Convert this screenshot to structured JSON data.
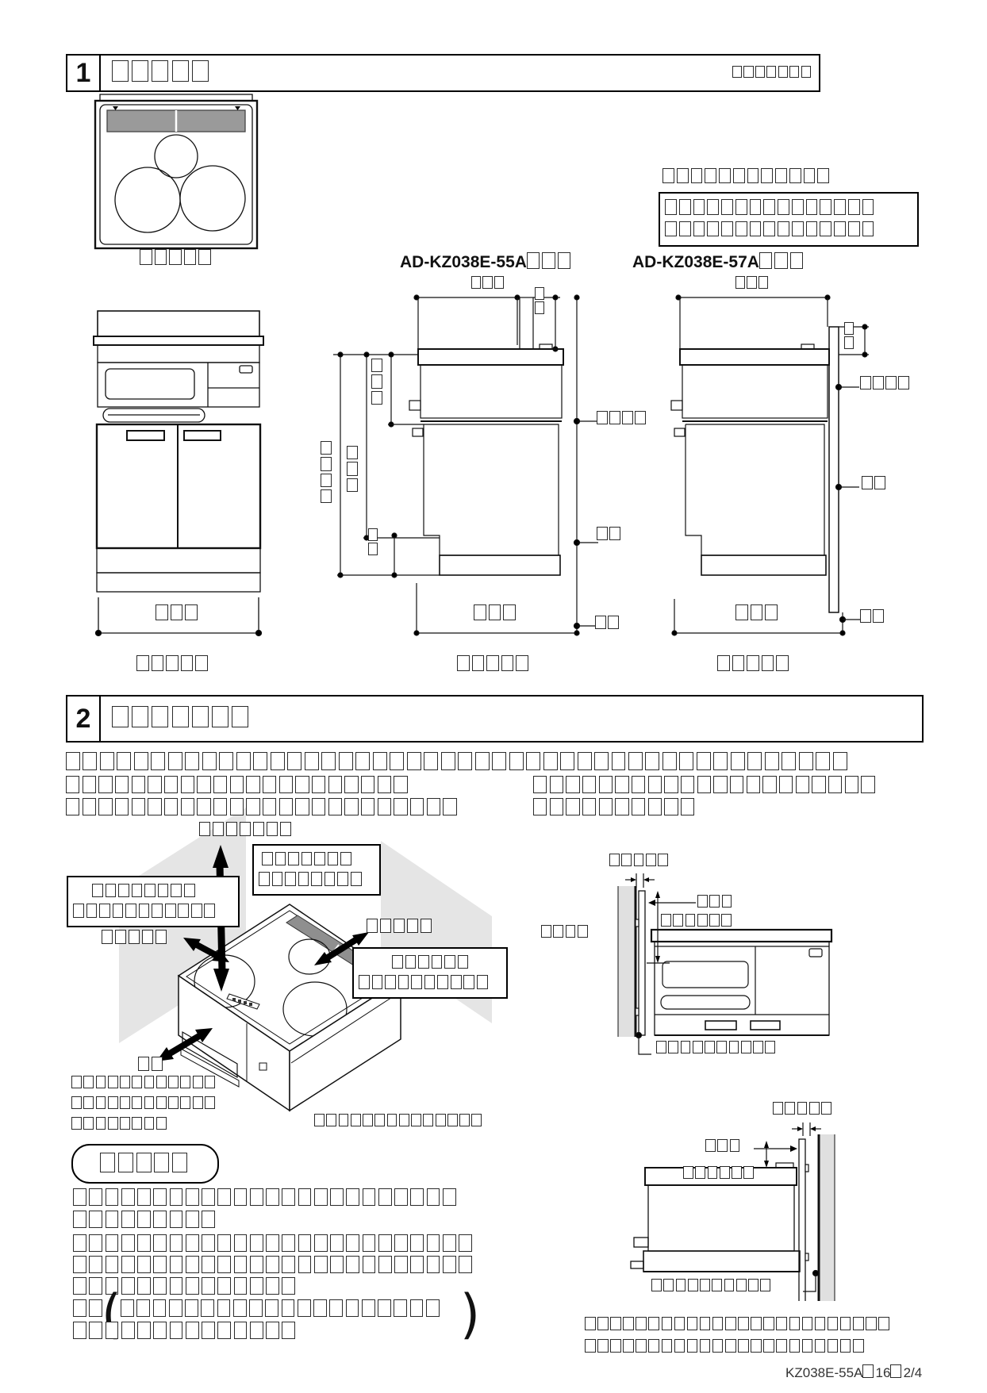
{
  "footer": {
    "doc_code": "KZ038E-55A□16□2/4"
  },
  "section1": {
    "number": "1",
    "title": "□□□□□",
    "header_right": "□□□□□□□",
    "top_view": {
      "caption": "□□□□□"
    },
    "note": {
      "label": "□□□□□□□□□□□□",
      "line1": "□□□□□□□□□□□□□□□",
      "line2": "□□□□□□□□□□□□□□□"
    },
    "model_55": "AD-KZ038E-55A□□□",
    "model_57": "AD-KZ038E-57A□□□",
    "front_view": {
      "width_dim": "□□□",
      "caption": "□□□□□"
    },
    "side_55": {
      "top_dim": "□□□",
      "vent_dim": "□□",
      "height_outer": "□□□□",
      "height_mid": "□□□",
      "height_inner": "□□□",
      "base_dim": "□□",
      "callout_grill": "□□□□",
      "callout_body": "□□",
      "callout_base": "□□",
      "bottom_dim": "□□□",
      "caption": "□□□□□"
    },
    "side_57": {
      "top_dim": "□□□",
      "vent_dim": "□□",
      "callout_grill": "□□□□",
      "callout_body": "□□",
      "callout_base": "□□",
      "bottom_dim": "□□□",
      "caption": "□□□□□"
    }
  },
  "section2": {
    "number": "2",
    "title": "□□□□□□□",
    "intro": "□□□□□□□□□□□□□□□□□□□□□□□□□□□□□□□□□□□□□□□□□□□□□□",
    "left_para": {
      "line1": "□□□□□□□□□□□□□□□□□□□□□",
      "line2": "□□□□□□□□□□□□□□□□□□□□□□□□"
    },
    "right_para": {
      "line1": "□□□□□□□□□□□□□□□□□□□□□",
      "line2": "□□□□□□□□□□"
    },
    "iso": {
      "top_label": "□□□□□□□",
      "top_box_line1": "□□□□□□□",
      "top_box_line2": "□□□□□□□□",
      "left_box_line1": "□□□□□□□□",
      "left_box_line2": "□□□□□□□□□□□",
      "left_label": "□□□□□",
      "right_label": "□□□□□",
      "right_box_line1": "□□□□□□",
      "right_box_line2": "□□□□□□□□□□",
      "front_label": "□□",
      "front_note_line1": "□□□□□□□□□□□□",
      "front_note_line2": "□□□□□□□□□□□□",
      "front_note_line3": "□□□□□□□□",
      "bottom_note": "□□□□□□□□□□□□□□"
    },
    "request": {
      "badge": "□□□□□",
      "para1_line1": "□□□□□□□□□□□□□□□□□□□□□□□□",
      "para1_line2": "□□□□□□□□□",
      "para2_line1": "□□□□□□□□□□□□□□□□□□□□□□□□□",
      "para2_line2": "□□□□□□□□□□□□□□□□□□□□□□□□□",
      "para2_line3": "□□□□□□□□□□□□□□",
      "paren_prefix": "□□",
      "paren_line1": "□□□□□□□□□□□□□□□□□□□□",
      "paren_line2": "□□□□□□□□□□□□□□"
    },
    "wall_top": {
      "top_label": "□□□□□",
      "gap_callout": "□□□",
      "panel_label": "□□□□□□",
      "left_callout": "□□□□",
      "bottom_callout": "□□□□□□□□□□"
    },
    "wall_bottom": {
      "top_label": "□□□□□",
      "gap_callout": "□□□",
      "panel_label": "□□□□□□",
      "bottom_callout": "□□□□□□□□□□"
    },
    "end_para": {
      "line1": "□□□□□□□□□□□□□□□□□□□□□□□□",
      "line2": "□□□□□□□□□□□□□□□□□□□□□□"
    }
  }
}
